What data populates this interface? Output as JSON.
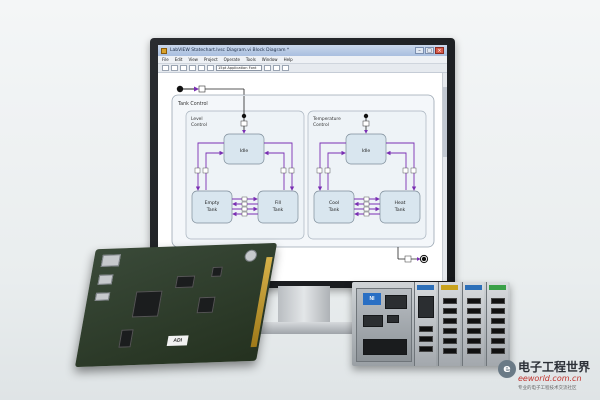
{
  "window": {
    "title": "LabVIEW Statechart.lvsc Diagram.vi Block Diagram *",
    "menus": [
      "File",
      "Edit",
      "View",
      "Project",
      "Operate",
      "Tools",
      "Window",
      "Help"
    ],
    "font_select": "15pt Application Font"
  },
  "diagram": {
    "outer_title": "Tank Control",
    "level_region": {
      "title_line1": "Level",
      "title_line2": "Control",
      "idle": "Idle",
      "empty_line1": "Empty",
      "empty_line2": "Tank",
      "fill_line1": "Fill",
      "fill_line2": "Tank"
    },
    "temp_region": {
      "title_line1": "Temperature",
      "title_line2": "Control",
      "idle": "Idle",
      "cool_line1": "Cool",
      "cool_line2": "Tank",
      "heat_line1": "Heat",
      "heat_line2": "Tank"
    }
  },
  "colors": {
    "transition": "#7a2fb3",
    "state_fill": "#d9e6ef",
    "region_fill": "#eef3f7",
    "screen_bg": "#ffffff"
  },
  "hardware": {
    "board_logo": "ADI",
    "rio_logo": "NI"
  },
  "watermark": {
    "badge": "e",
    "cn": "电子工程世界",
    "url": "eeworld.com.cn",
    "sub": "专业的电子工程技术交流社区"
  }
}
